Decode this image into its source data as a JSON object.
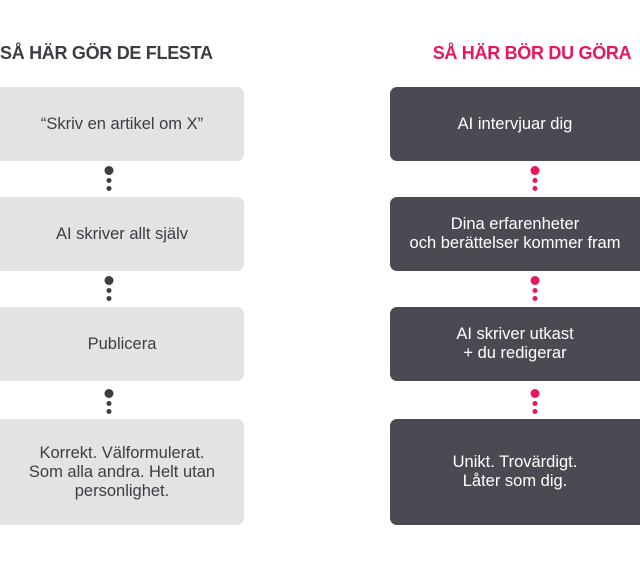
{
  "colors": {
    "left_box": "#e3e3e3",
    "left_text": "#3e3c44",
    "left_dots": "#3e3c44",
    "right_box": "#4b4a53",
    "right_text": "#ffffff",
    "accent": "#e8175d"
  },
  "left": {
    "heading": "SÅ HÄR GÖR DE FLESTA",
    "steps": [
      "“Skriv en artikel om X”",
      "AI skriver allt själv",
      "Publicera",
      "Korrekt. Välformulerat.\nSom alla andra. Helt utan\npersonlighet."
    ]
  },
  "right": {
    "heading": "SÅ HÄR BÖR DU GÖRA",
    "steps": [
      "AI intervjuar dig",
      "Dina erfarenheter\noch berättelser kommer fram",
      "AI skriver utkast\n+ du redigerar",
      "Unikt. Trovärdigt.\nLåter som dig."
    ]
  }
}
